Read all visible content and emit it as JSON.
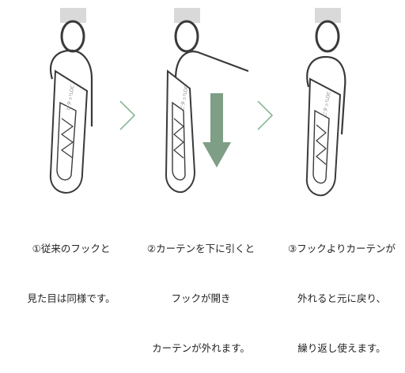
{
  "colors": {
    "outline": "#3a3a3a",
    "rail": "#d9d9d9",
    "arrow_gray": "#9aa09a",
    "chevron_green": "#7fb08a",
    "down_arrow_green": "#7e9e86"
  },
  "steps": [
    {
      "lines": [
        "①従来のフックと",
        "見た目は同様です。"
      ],
      "state": "closed"
    },
    {
      "lines": [
        "②カーテンを下に引くと",
        "フックが開き",
        "カーテンが外れます。"
      ],
      "state": "open"
    },
    {
      "lines": [
        "③フックよりカーテンが",
        "外れると元に戻り、",
        "繰り返し使えます。"
      ],
      "state": "released"
    }
  ],
  "logo_text": "ピタッ!LOC"
}
